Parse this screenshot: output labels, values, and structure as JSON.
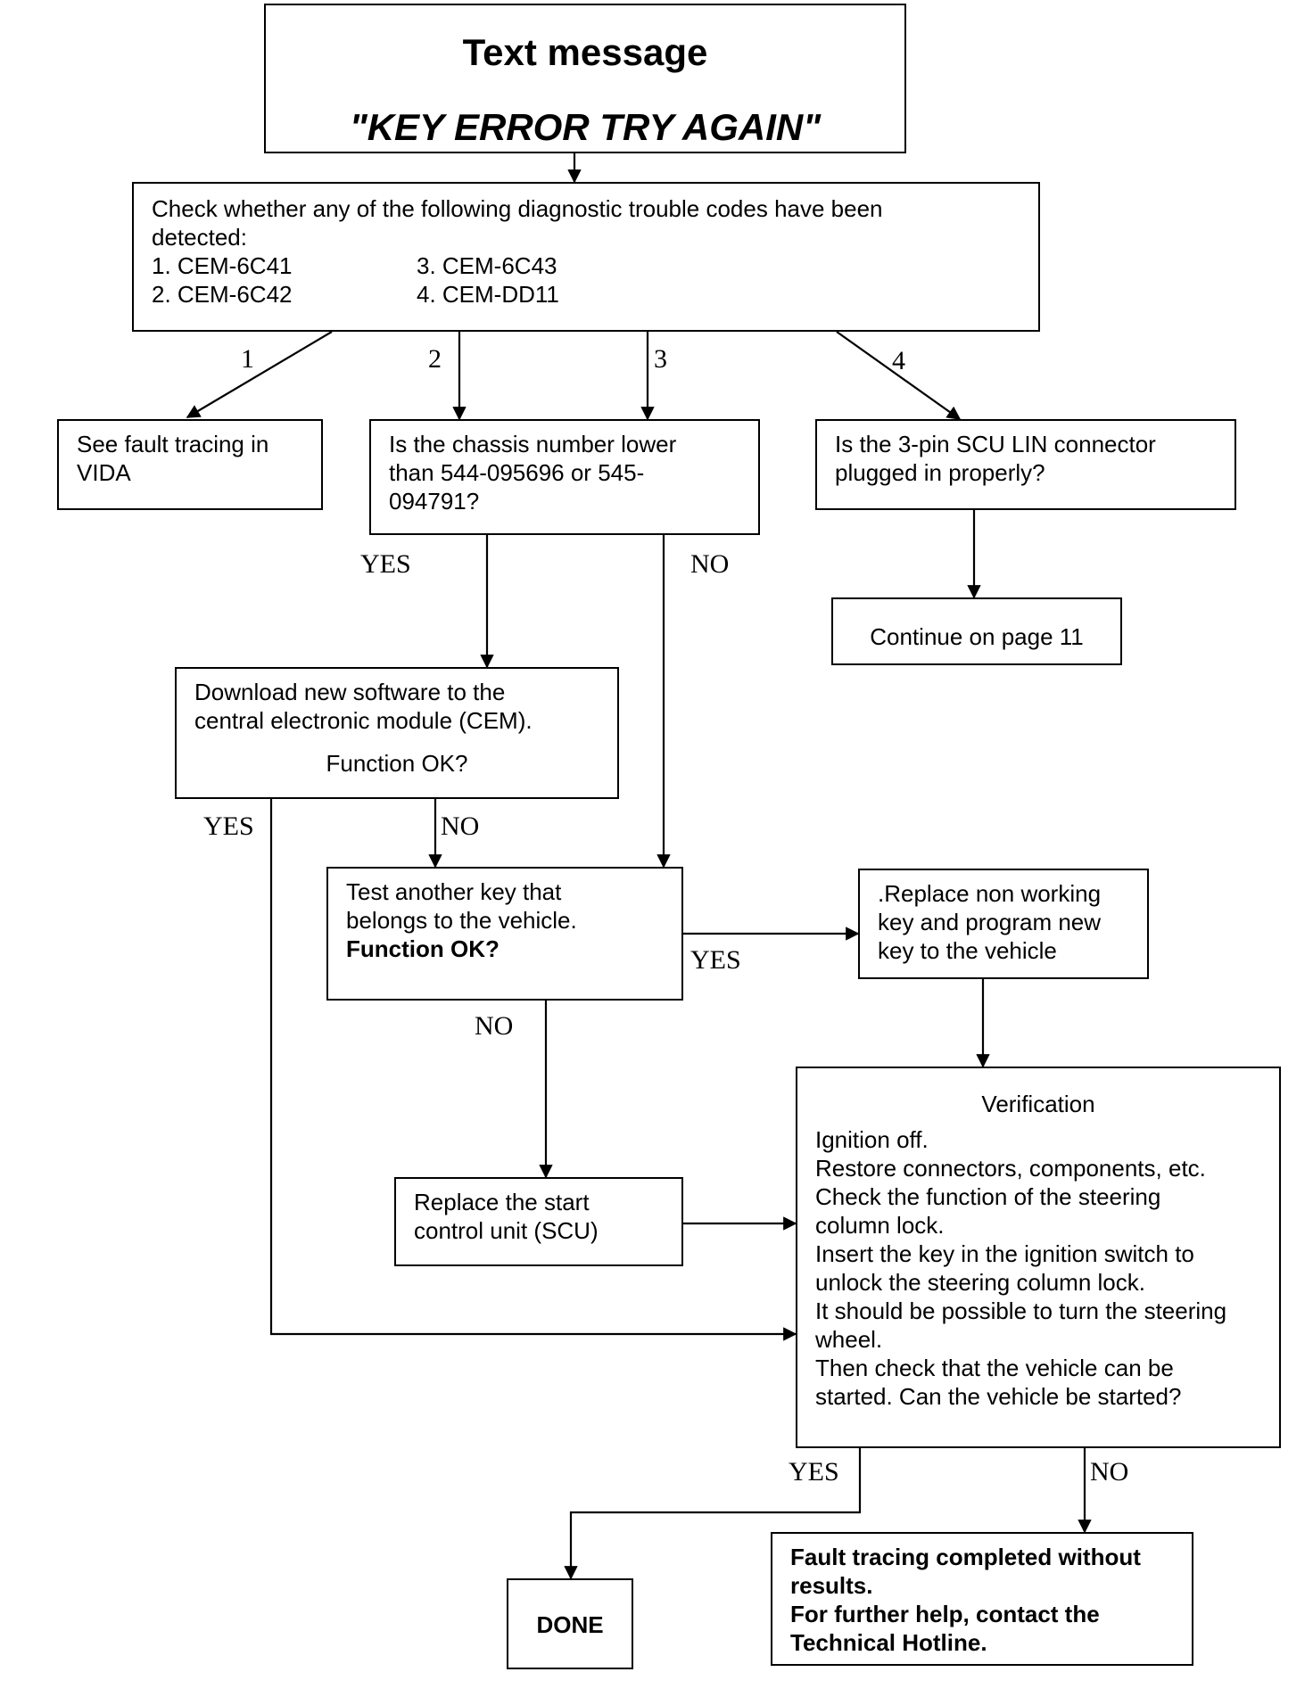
{
  "header": {
    "title": "Text message",
    "message": "\"KEY ERROR TRY AGAIN\""
  },
  "check_codes": {
    "intro_line1": "Check whether any of the following diagnostic trouble codes have been",
    "intro_line2": "detected:",
    "code1": "1. CEM-6C41",
    "code2": "2. CEM-6C42",
    "code3": "3. CEM-6C43",
    "code4": "4. CEM-DD11"
  },
  "see_vida": {
    "line1": "See fault tracing in",
    "line2": "VIDA"
  },
  "chassis_question": {
    "line1": "Is the chassis number lower",
    "line2": "than 544-095696 or 545-",
    "line3": "094791?"
  },
  "scu_connector": {
    "line1": "Is the 3-pin SCU LIN connector",
    "line2": "plugged in properly?"
  },
  "continue_page": {
    "text": "Continue on page 11"
  },
  "download_software": {
    "line1": "Download new software to the",
    "line2": "central electronic module (CEM).",
    "line3": "Function OK?"
  },
  "test_key": {
    "line1": "Test another key that",
    "line2": "belongs to the vehicle.",
    "line3": "Function OK?"
  },
  "replace_key": {
    "line1": ".Replace non working",
    "line2": "key and program new",
    "line3": "key to the vehicle"
  },
  "replace_scu": {
    "line1": "Replace the start",
    "line2": "control unit (SCU)"
  },
  "verification": {
    "title": "Verification",
    "lines": [
      "Ignition off.",
      "Restore connectors, components, etc.",
      "Check the function of the steering",
      "column lock.",
      "Insert the key in the ignition switch to",
      "unlock the steering column lock.",
      "It should be possible to turn the steering",
      "wheel.",
      "Then check that the vehicle can be",
      "started. Can the vehicle be started?"
    ]
  },
  "done": {
    "text": "DONE"
  },
  "fault_complete": {
    "line1": "Fault tracing completed without",
    "line2": "results.",
    "line3": "For further help, contact the",
    "line4": "Technical Hotline."
  },
  "edge_labels": {
    "branch1": "1",
    "branch2": "2",
    "branch3": "3",
    "branch4": "4",
    "chassis_yes": "YES",
    "chassis_no": "NO",
    "download_yes": "YES",
    "download_no": "NO",
    "testkey_yes": "YES",
    "testkey_no": "NO",
    "verify_yes": "YES",
    "verify_no": "NO"
  }
}
